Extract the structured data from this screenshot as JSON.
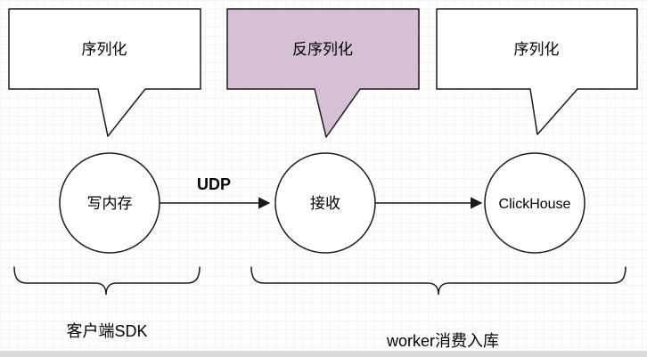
{
  "canvas": {
    "background": "#ffffff",
    "grid_minor_color": "#f4f4f4",
    "grid_major_color": "#e6e6e6",
    "stroke_color": "#1a1a1a"
  },
  "callouts": [
    {
      "label": "序列化",
      "fill": "#ffffff"
    },
    {
      "label": "反序列化",
      "fill": "#d6c0d6"
    },
    {
      "label": "序列化",
      "fill": "#ffffff"
    }
  ],
  "nodes": [
    {
      "label": "写内存"
    },
    {
      "label": "接收"
    },
    {
      "label": "ClickHouse"
    }
  ],
  "edges": [
    {
      "from": "写内存",
      "to": "接收",
      "label": "UDP"
    },
    {
      "from": "接收",
      "to": "ClickHouse",
      "label": ""
    }
  ],
  "groups": [
    {
      "label": "客户端SDK"
    },
    {
      "label": "worker消费入库"
    }
  ]
}
